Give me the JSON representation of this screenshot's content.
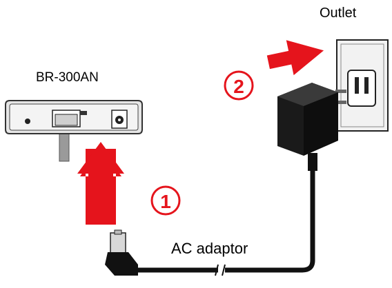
{
  "labels": {
    "outlet": "Outlet",
    "router_model": "BR-300AN",
    "adaptor": "AC adaptor"
  },
  "steps": {
    "step1": "1",
    "step2": "2"
  },
  "colors": {
    "arrow": "#e5141c",
    "step_ring": "#e5141c",
    "adaptor_body": "#1a1a1a",
    "outlet_plate": "#f2f2f2"
  },
  "icons": {
    "arrow1": "arrow-up-icon",
    "arrow2": "arrow-right-icon"
  }
}
